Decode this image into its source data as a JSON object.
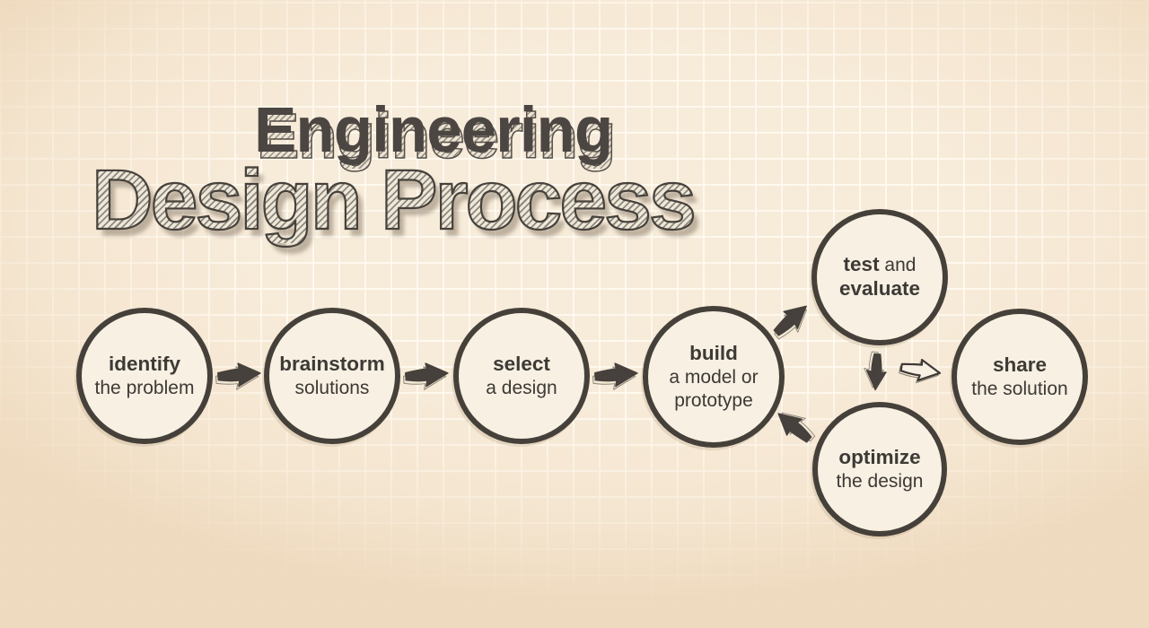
{
  "title": {
    "line1": "Engineering",
    "line2": "Design Process"
  },
  "steps": [
    {
      "name": "identify",
      "b1": "identify",
      "r2": "the problem"
    },
    {
      "name": "brainstorm",
      "b1": "brainstorm",
      "r2": "solutions"
    },
    {
      "name": "select",
      "b1": "select",
      "r2": "a design"
    },
    {
      "name": "build",
      "b1": "build",
      "r2": "a model or",
      "r3": "prototype"
    },
    {
      "name": "test",
      "b1": "test",
      "r1": " and",
      "b2": "evaluate"
    },
    {
      "name": "optimize",
      "b1": "optimize",
      "r2": "the design"
    },
    {
      "name": "share",
      "b1": "share",
      "r2": "the solution"
    }
  ],
  "arrows": [
    {
      "from": "identify",
      "to": "brainstorm",
      "style": "solid",
      "direction": "right"
    },
    {
      "from": "brainstorm",
      "to": "select",
      "style": "solid",
      "direction": "right"
    },
    {
      "from": "select",
      "to": "build",
      "style": "solid",
      "direction": "right"
    },
    {
      "from": "build",
      "to": "test",
      "style": "solid",
      "direction": "up-right"
    },
    {
      "from": "test",
      "to": "optimize",
      "style": "solid",
      "direction": "down"
    },
    {
      "from": "optimize",
      "to": "build",
      "style": "solid",
      "direction": "up-left"
    },
    {
      "from": "test",
      "to": "share",
      "style": "outline",
      "direction": "right"
    }
  ],
  "colors": {
    "background": "#f7ebd9",
    "grid_line": "#fffbf2",
    "vignette_edge": "#eed9bd",
    "circle_fill": "#f7f0e3",
    "ink_dark": "#454039",
    "text": "#3d3935",
    "title_solid": "#4b4642",
    "hatch_light": "#ece4d4",
    "hatch_stroke": "#8f887c",
    "arrow_shadow": "#f2e7d3"
  }
}
